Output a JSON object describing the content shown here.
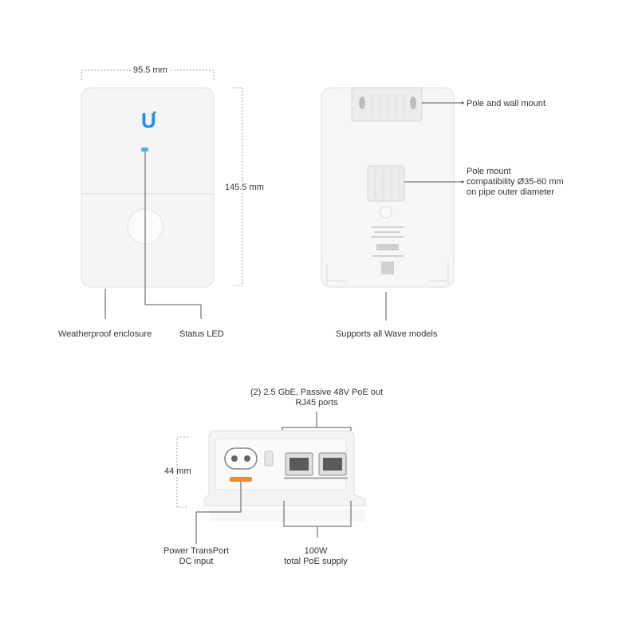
{
  "front_view": {
    "width_dim": "95.5 mm",
    "height_dim": "145.5 mm",
    "callout_enclosure": "Weatherproof enclosure",
    "callout_led": "Status LED",
    "logo_glyph": "U"
  },
  "back_view": {
    "callout_mount": "Pole and wall mount",
    "callout_pole_1": "Pole mount",
    "callout_pole_2": "compatibility Ø35-60 mm",
    "callout_pole_3": "on pipe outer diameter",
    "callout_wave": "Supports all Wave models"
  },
  "port_view": {
    "ports_line_1": "(2) 2.5 GbE, Passive 48V PoE out",
    "ports_line_2": "RJ45 ports",
    "height_dim": "44 mm",
    "dc_line_1": "Power TransPort",
    "dc_line_2": "DC input",
    "poe_line_1": "100W",
    "poe_line_2": "total PoE supply"
  },
  "colors": {
    "device_body": "#f4f4f4",
    "outline": "#e0e0e0",
    "led": "#3fb4f0",
    "logo": "#1a8cff",
    "dc_badge": "#f28a2e",
    "callout_line": "#555555"
  }
}
